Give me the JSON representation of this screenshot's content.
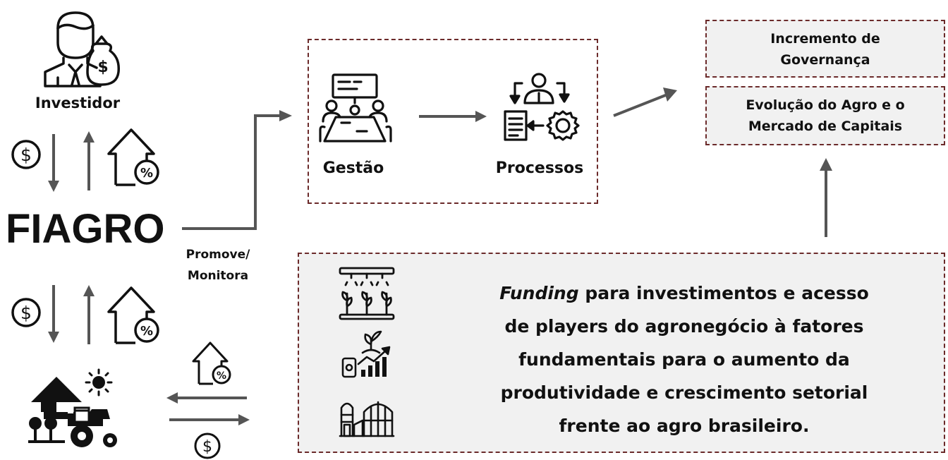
{
  "investor_label": "Investidor",
  "fiagro_label": "FIAGRO",
  "promove_line1": "Promove/",
  "promove_line2": "Monitora",
  "gestao_label": "Gestão",
  "processos_label": "Processos",
  "result_box_1": {
    "line1": "Incremento de",
    "line2": "Governança"
  },
  "result_box_2": {
    "line1": "Evolução do Agro e o",
    "line2": "Mercado de Capitais"
  },
  "funding": {
    "emphasis": "Funding",
    "line1_rest": " para investimentos e acesso",
    "line2": "de players do agronegócio à fatores",
    "line3": "fundamentais para o aumento da",
    "line4": "produtividade e crescimento setorial",
    "line5": "frente ao agro brasileiro."
  },
  "icons": [
    "investor-icon",
    "dollar-coin-icon",
    "percent-up-arrow-icon",
    "farm-icon",
    "management-meeting-icon",
    "process-icon",
    "irrigation-icon",
    "growth-chart-icon",
    "silo-greenhouse-icon"
  ],
  "colors": {
    "dashed_border": "#6b2a2a",
    "arrow": "#555555",
    "box_fill": "#f1f1f1"
  }
}
